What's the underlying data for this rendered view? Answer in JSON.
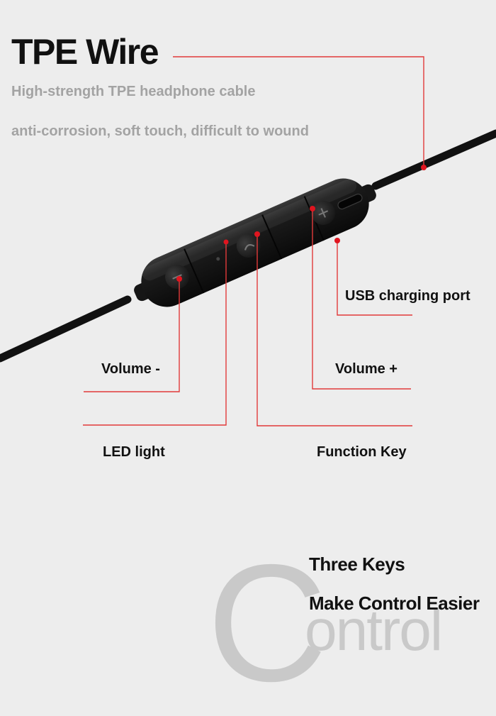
{
  "header": {
    "title": "TPE Wire",
    "subtitle_1": "High-strength TPE headphone cable",
    "subtitle_2": "anti-corrosion, soft touch, difficult to wound"
  },
  "callouts": {
    "usb_port": "USB charging port",
    "volume_minus": "Volume -",
    "volume_plus": "Volume +",
    "led_light": "LED light",
    "function_key": "Function Key"
  },
  "tagline": {
    "line_1": "Three Keys",
    "line_2": "Make Control Easier"
  },
  "watermark": {
    "big_letter": "C",
    "rest": "ontrol"
  },
  "colors": {
    "background": "#ededed",
    "leader_line": "#e23a3a",
    "marker_dot": "#e0151f",
    "device_body": "#121212",
    "watermark": "#c9c9c9"
  },
  "icons": {
    "minus_key": "minus-icon",
    "plus_key": "plus-icon",
    "function_key": "phone-icon"
  }
}
